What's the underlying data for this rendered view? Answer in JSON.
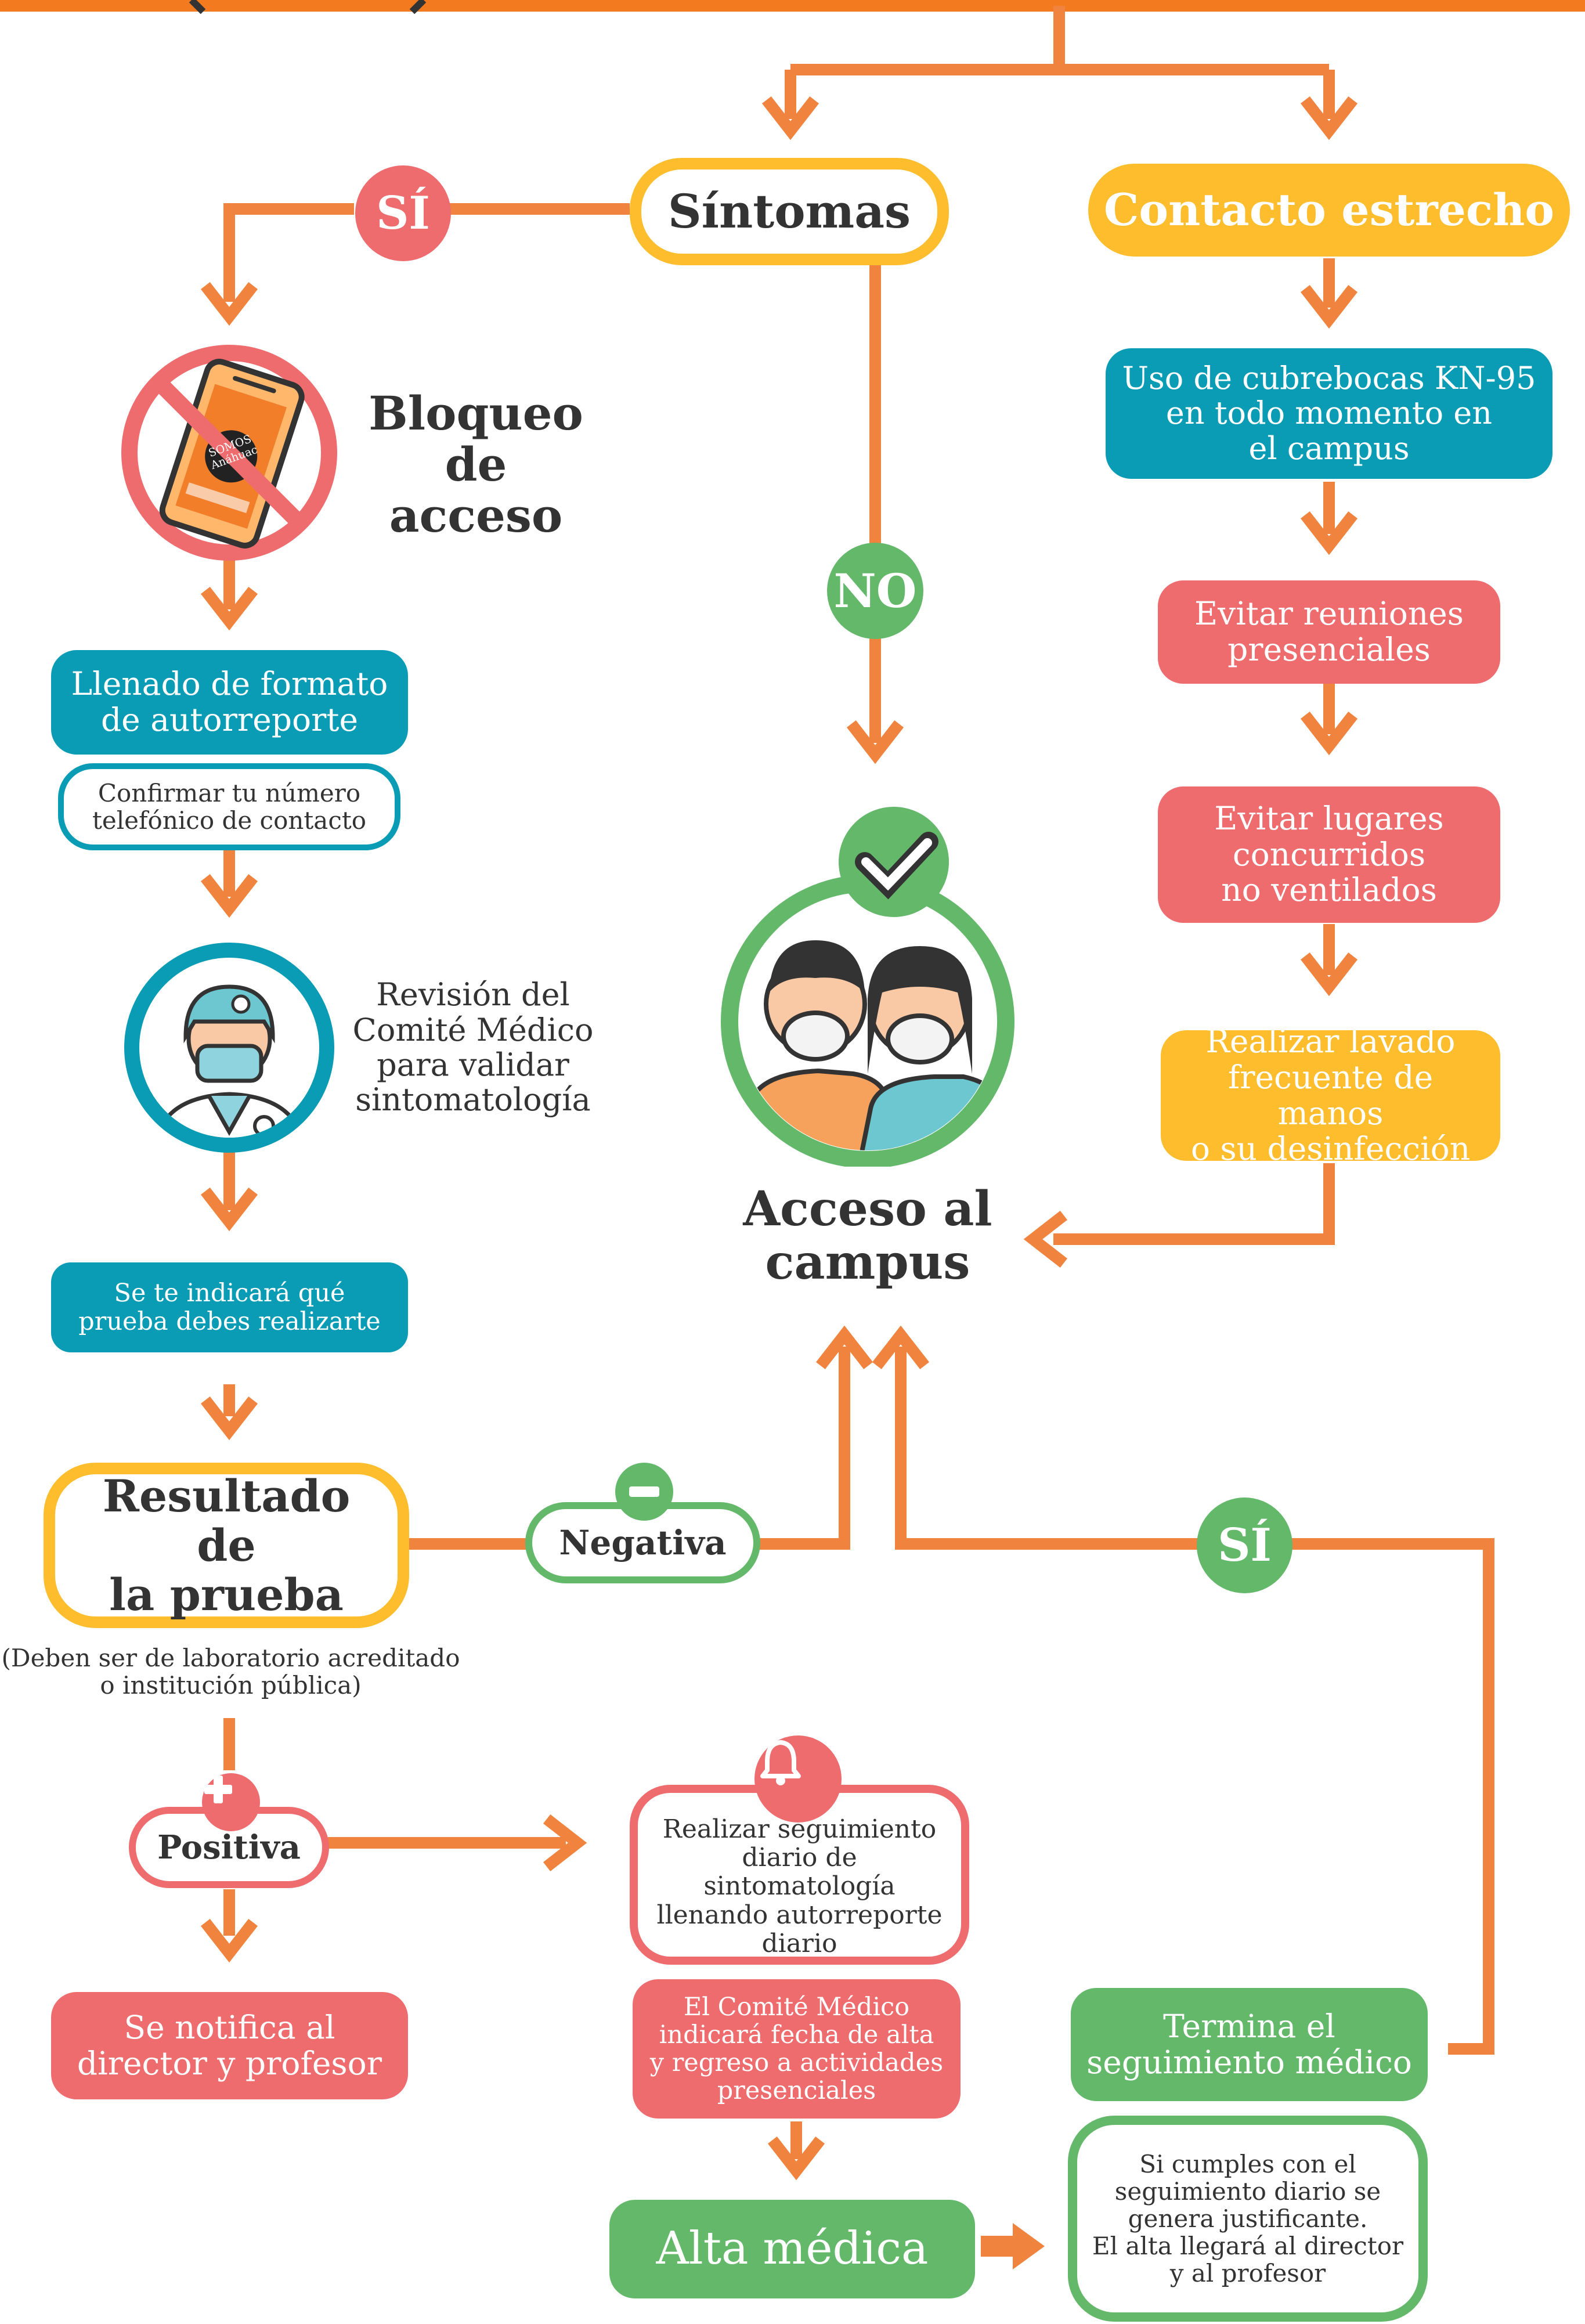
{
  "colors": {
    "orange": "#F0843E",
    "header_orange": "#F47A20",
    "teal": "#0A9CB5",
    "red": "#EE6B6E",
    "yellow": "#FDBD2C",
    "green": "#63B86A",
    "dark_text": "#333333"
  },
  "left_branch": {
    "yes_label": "SÍ",
    "block_icon": "phone-blocked-icon",
    "block_title": "Bloqueo\nde\nacceso",
    "phone_brand": "SOMOS\nAnáhuac",
    "self_report": "Llenado de formato\nde autorreporte",
    "confirm_phone": "Confirmar tu número\ntelefónico de contacto",
    "doctor_icon": "doctor-icon",
    "committee_review": "Revisión del\nComité Médico\npara validar\nsintomatología",
    "test_indication": "Se te indicará qué\nprueba debes realizarte",
    "test_result": "Resultado de\nla prueba",
    "lab_note": "(Deben ser de laboratorio acreditado\no institución pública)",
    "positive_icon": "plus-icon",
    "positive": "Positiva",
    "notify": "Se notifica al\ndirector y profesor"
  },
  "center": {
    "symptoms": "Síntomas",
    "no_label": "NO",
    "people_icon": "masked-people-icon",
    "check_icon": "check-icon",
    "access": "Acceso al\ncampus",
    "negative_icon": "minus-icon",
    "negative": "Negativa",
    "bell_icon": "bell-icon",
    "daily_followup": "Realizar seguimiento\ndiario de sintomatología\nllenando autorreporte\ndiario",
    "committee_date": "El Comité Médico\nindicará fecha de alta\ny regreso a actividades\npresenciales",
    "discharge": "Alta médica"
  },
  "right_branch": {
    "close_contact": "Contacto estrecho",
    "mask": "Uso de cubrebocas KN-95\nen todo momento en\nel campus",
    "avoid_meetings": "Evitar reuniones\npresenciales",
    "avoid_crowds": "Evitar lugares\nconcurridos\nno ventilados",
    "handwash": "Realizar lavado\nfrecuente de manos\no su desinfección",
    "yes_label": "SÍ",
    "end_followup": "Termina el\nseguimiento médico",
    "justification": "Si cumples con el\nseguimiento diario se\ngenera justificante.\nEl alta llegará al director\ny al profesor"
  }
}
